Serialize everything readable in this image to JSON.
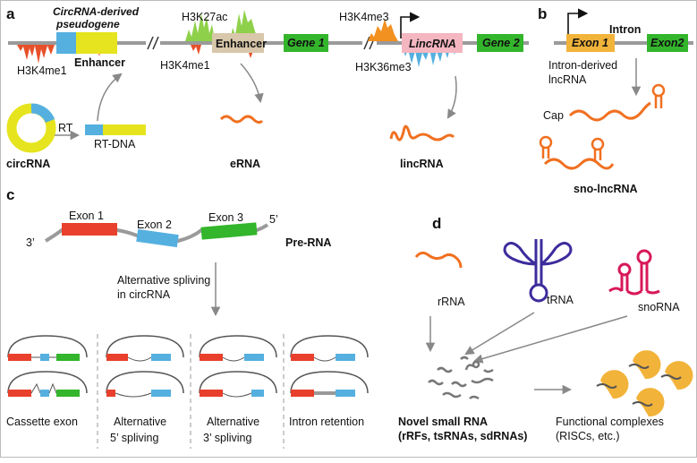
{
  "colors": {
    "red": "#e8402c",
    "orange": "#f07020",
    "blue": "#55b0e0",
    "yellow": "#e6e41e",
    "green": "#33b52c",
    "lightgreen": "#8fd04a",
    "pink": "#f4b6c0",
    "tan": "#d8c7aa",
    "purple": "#3c2c9c",
    "magenta": "#d8185a",
    "gold": "#f2b33a",
    "gray": "#8a8a8a"
  },
  "panel_a": {
    "letter": "a",
    "circ_pseudogene_line1": "CircRNA-derived",
    "circ_pseudogene_line2": "pseudogene",
    "enhancer_small": "Enhancer",
    "h3k4me1_left": "H3K4me1",
    "h3k27ac": "H3K27ac",
    "enhancer_box": "Enhancer",
    "h3k4me1_mid": "H3K4me1",
    "gene1": "Gene 1",
    "h3k4me3": "H3K4me3",
    "lincrna_box": "LincRNA",
    "h3k36me3": "H3K36me3",
    "gene2": "Gene 2",
    "rt": "RT",
    "rt_dna": "RT-DNA",
    "circrna": "circRNA",
    "erna": "eRNA",
    "lincrna": "lincRNA"
  },
  "panel_b": {
    "letter": "b",
    "exon1": "Exon 1",
    "intron": "Intron",
    "exon2": "Exon2",
    "intron_derived_1": "Intron-derived",
    "intron_derived_2": "lncRNA",
    "cap": "Cap",
    "sno_lncrna": "sno-lncRNA"
  },
  "panel_c": {
    "letter": "c",
    "exon1": "Exon 1",
    "exon2": "Exon 2",
    "exon3": "Exon 3",
    "three_prime": "3’",
    "five_prime": "5’",
    "pre_rna": "Pre-RNA",
    "alt_line1": "Alternative spliving",
    "alt_line2": "in circRNA",
    "col1": "Cassette exon",
    "col2_line1": "Alternative",
    "col2_line2": "5’ spliving",
    "col3_line1": "Alternative",
    "col3_line2": "3’ spliving",
    "col4": "Intron retention"
  },
  "panel_d": {
    "letter": "d",
    "rrna": "rRNA",
    "trna": "tRNA",
    "snorna": "snoRNA",
    "novel_line1": "Novel small RNA",
    "novel_line2": "(rRFs, tsRNAs, sdRNAs)",
    "func_line1": "Functional complexes",
    "func_line2": "(RISCs, etc.)"
  }
}
